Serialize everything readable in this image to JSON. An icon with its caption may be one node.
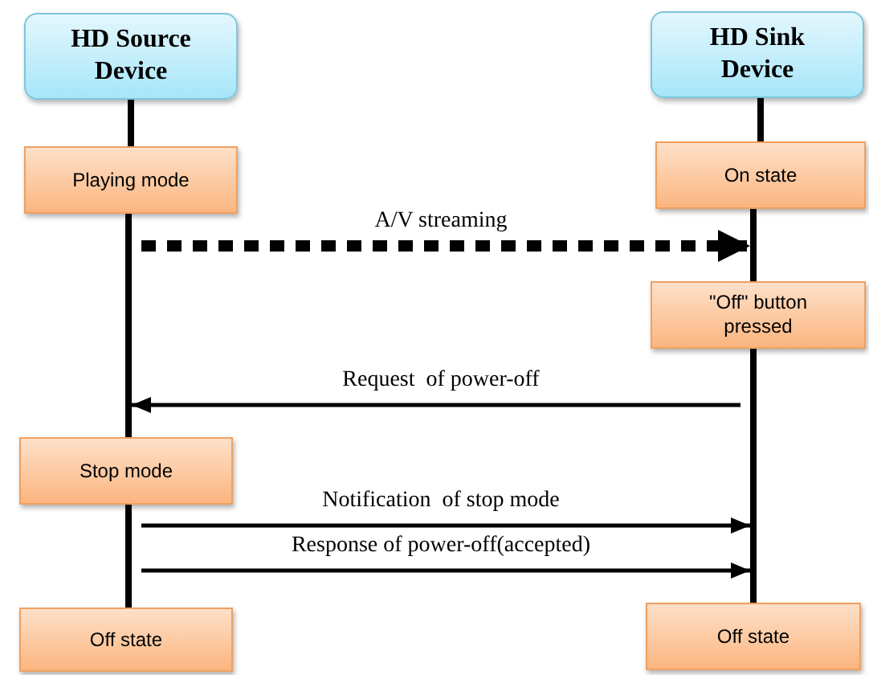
{
  "diagram": {
    "nodes": [
      {
        "text": [
          "HD Source Device"
        ]
      },
      {
        "text": [
          "HD Sink Device"
        ]
      },
      {
        "text": [
          "Playing mode"
        ]
      },
      {
        "text": [
          "On state"
        ]
      },
      {
        "text": [
          "\"Off\" button pressed"
        ]
      },
      {
        "text": [
          "Stop mode"
        ]
      },
      {
        "text": [
          "Off state"
        ]
      },
      {
        "text": [
          "Off state"
        ]
      },
      {
        "text": [],
        "shape": "bar"
      },
      {
        "text": [],
        "shape": "bar"
      },
      {
        "text": [],
        "shape": "bar"
      },
      {
        "text": [],
        "shape": "bar"
      }
    ],
    "edges": [
      {
        "from": 9,
        "to": 8,
        "arrow": "to",
        "label": "A/V streaming",
        "style": "dashed"
      },
      {
        "from": 10,
        "to": 9,
        "arrow": "to",
        "label": "Request  of power-off"
      },
      {
        "from": 11,
        "to": 10,
        "arrow": "to",
        "label": "Notification  of stop mode"
      },
      {
        "from": 11,
        "to": 10,
        "arrow": "to",
        "label": "Response of power-off(accepted)"
      },
      {
        "from": 0,
        "to": 2,
        "arrow": "none"
      },
      {
        "from": 1,
        "to": 3,
        "arrow": "none"
      }
    ]
  }
}
